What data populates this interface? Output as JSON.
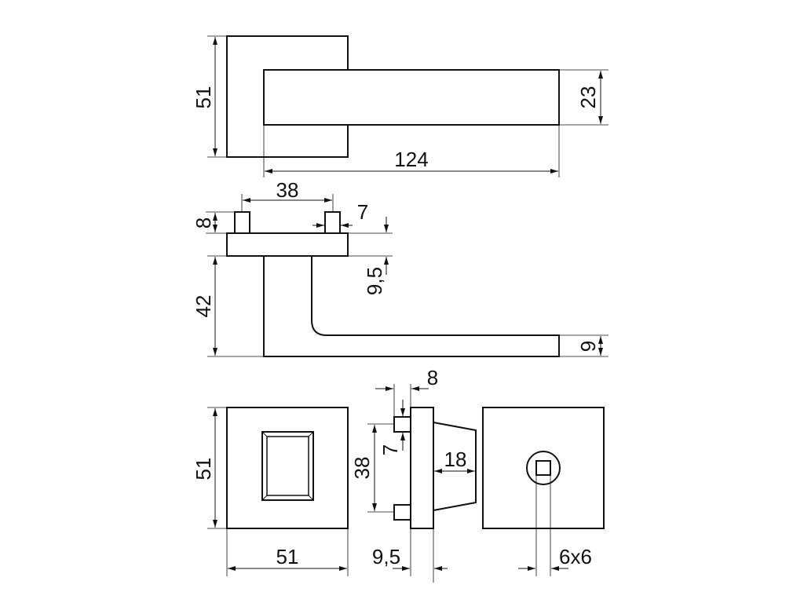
{
  "dimensions": {
    "top_view": {
      "rose_height": "51",
      "lever_height": "23",
      "lever_length": "124"
    },
    "side_view": {
      "pin_spacing": "38",
      "pin_width": "7",
      "pin_height": "8",
      "rose_thickness": "9,5",
      "lever_offset": "42",
      "lever_thickness": "9"
    },
    "rose_front_view": {
      "height": "51",
      "width": "51"
    },
    "rose_side_view": {
      "pin_length": "8",
      "pin_width": "7",
      "pin_spacing": "38",
      "boss_depth": "18",
      "rose_thickness": "9,5"
    },
    "rose_back_view": {
      "spindle": "6x6"
    }
  }
}
